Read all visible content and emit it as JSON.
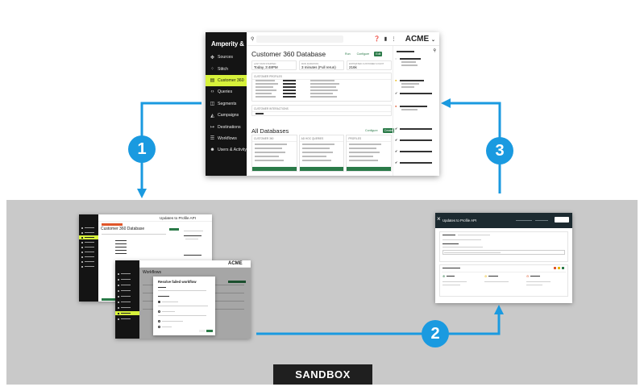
{
  "diagram": {
    "steps": [
      "1",
      "2",
      "3"
    ],
    "sandbox_label": "SANDBOX",
    "colors": {
      "arrow": "#1a9ae0",
      "sandbox_bg": "#c9c9c9",
      "label_bg": "#1f1f1f",
      "sidebar": "#141414",
      "active_nav": "#d7f23b",
      "primary": "#2a7a48"
    }
  },
  "main_screen": {
    "brand": "Amperity",
    "nav": [
      {
        "label": "Sources",
        "icon": "sources-icon"
      },
      {
        "label": "Stitch",
        "icon": "stitch-icon"
      },
      {
        "label": "Customer 360",
        "icon": "database-icon",
        "active": true
      },
      {
        "label": "Queries",
        "icon": "code-icon"
      },
      {
        "label": "Segments",
        "icon": "segments-icon"
      },
      {
        "label": "Campaigns",
        "icon": "campaign-icon"
      },
      {
        "label": "Destinations",
        "icon": "destinations-icon"
      },
      {
        "label": "Workflows",
        "icon": "workflows-icon"
      },
      {
        "label": "Users & Activity",
        "icon": "users-icon"
      }
    ],
    "tenant": "ACME",
    "page_title": "Customer 360 Database",
    "buttons": [
      "Run",
      "Configure",
      "Edit"
    ],
    "stats": [
      {
        "label": "LAST RUN STARTED",
        "value": "Today, 3:48PM"
      },
      {
        "label": "RUN DURATION",
        "value": "3 minutes (Full rerun)"
      },
      {
        "label": "ESTIMATED CUSTOMER COUNT",
        "value": "216k"
      }
    ],
    "panels": [
      "CUSTOMER PROFILES",
      "CUSTOMER INTERACTIONS"
    ],
    "all_databases": "All Databases",
    "db_buttons": [
      "Configure",
      "Create"
    ],
    "db_columns": [
      "CUSTOMER 360",
      "AD HOC QUERIES",
      "PROFILES"
    ]
  },
  "thumbnails": {
    "left_back_title": "Customer 360 Database",
    "left_back_header": "Updates to Profile API",
    "left_front_tenant": "ACME",
    "left_front_title": "Workflows",
    "modal_title": "Resolve failed workflow",
    "right_title": "Updates to Profile API"
  }
}
